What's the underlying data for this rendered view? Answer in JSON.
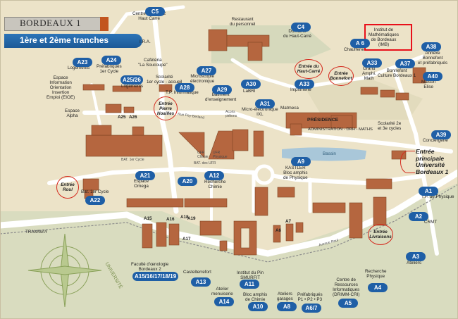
{
  "header": {
    "title": "BORDEAUX 1",
    "subtitle": "1ère et 2ème tranches"
  },
  "badges": {
    "C5": "C5",
    "C4": "C4",
    "A23": "A23",
    "A24": "A24",
    "A2526": "A25/26",
    "A28": "A28",
    "A27": "A27",
    "A29": "A29",
    "A30": "A30",
    "A31": "A31",
    "A33a": "A33",
    "A33b": "A33",
    "A6": "A 6",
    "A38": "A38",
    "A37": "A37",
    "A40": "A40",
    "A39": "A39",
    "A9": "A9",
    "A21": "A21",
    "A20": "A20",
    "A12": "A12",
    "A22": "A22",
    "A1": "A1",
    "A2": "A2",
    "A3": "A3",
    "A4": "A4",
    "A5": "A5",
    "A8": "A8",
    "A67": "A6/7",
    "A10": "A10",
    "A11": "A11",
    "A13": "A13",
    "A14": "A14",
    "A1519": "A15/16/17/18/19"
  },
  "labels": {
    "centre_prevost": "Centre Prévost 2\nHaut Carré",
    "ira": "I.R.A.",
    "cafeteria": "Cafétéria\n\"La Soucoupe\"",
    "restaurant": "Restaurant\ndu personnel",
    "domaine": "Domaine\ndu Haut-Carré",
    "imb": "Institut de\nMathématiques\nde Bordeaux\n(IMB)",
    "chaufferie": "Chaufferie",
    "annexe": "Annexe\nBonnefont\net préfabriqués",
    "grand_amphi": "Grand\nAmphi.\nMath",
    "bonnefont": "Bonnefont\nCulture Bordeaux 1",
    "maison_elise": "Maison\nElise",
    "logements1": "Logements",
    "prefabriques": "Préfabriqués\n1er Cycle",
    "logements2": "Logements",
    "espace_info": "Espace\nInformation\nOrientation\nInsertion\nEmploi (EIOE)",
    "espace_alpha": "Espace\nAlpha",
    "a25": "A25",
    "a26": "A26",
    "scolarite1": "Scolarité\n1er cycle - accueil",
    "tp_info": "T.P. Informatique",
    "microscopie": "Microscopie\nélectronique",
    "batiment_ens": "Bâtiment\nd'enseignement",
    "labri": "LaBRI",
    "micro_elec": "Micro-électronique\nIXL",
    "imprimerie": "Imprimerie",
    "matmeca": "Matmeca",
    "presidence": "PRÉSIDENCE",
    "administration": "ADMINISTRATION - DRH - MATHS",
    "scolarite23": "Scolarité 2e\net 3e cycles",
    "conciergerie": "Conciergerie",
    "bassin": "Bassin",
    "kastler": "KASTLER\nBloc amphis\nde Physique",
    "espace_omega": "Espace\nOmega",
    "recherche_chimie": "Recherche\nChimie",
    "bat_1er_cycle": "Bat. 1er Cycle",
    "tp_physique": "T.P. de Physique",
    "crmt": "CRMT",
    "ateliers": "Ateliers",
    "recherche_physique": "Recherche\nPhysique",
    "faculte_oenologie": "Faculté d'œnologie\nBordeaux 2",
    "castelterrefort": "Castelterrefort",
    "atelier_menuiserie": "Atelier\nmenuiserie",
    "institut_pin": "Institut du Pin\nSMURFIT",
    "bloc_chimie": "Bloc amphis\nde Chimie",
    "ateliers_garages": "Ateliers\ngarages",
    "prefabriques_p": "Préfabriqués\nP1 • P2 • P3",
    "centre_ressources": "Centre de\nRessources\nInformatiques\n(DRIMM-CRI)",
    "tramway": "TRAMWAY",
    "a15": "A15",
    "a16": "A16",
    "a17": "A17",
    "a18": "A18",
    "a19": "A19",
    "a6": "A6",
    "a7": "A7",
    "bat_1er_cycle_small": "BAT. 1er Cycle",
    "bat_uer": "BAT. des UFR",
    "acces_pietons": "Accès\npiétons",
    "rue_pey": "Rue Pey-Berland",
    "avenue_roul": "Avenue Roul",
    "ufr_chimie": "UFR\nChimie",
    "ufr_physique": "UFR\nPhysique",
    "universite": "UNIVERSITÉ"
  },
  "entrances": {
    "pierre_noailles": "Entrée\nPierre\nNoailles",
    "haut_carre": "Entrée du\nHaut-Carré",
    "bonnefont": "Entrée\nBonnefont",
    "roul": "Entrée\nRoul",
    "livraisons": "Entrée\nLivraisons",
    "principale": "Entrée\nprincipale\nUniversité\nBordeaux 1"
  },
  "colors": {
    "badge": "#1f5fa6",
    "building": "#b5663f",
    "entrance": "#d4281c",
    "road": "#ffffff",
    "ground": "#e9dec0",
    "highlight": "#e8101a"
  }
}
